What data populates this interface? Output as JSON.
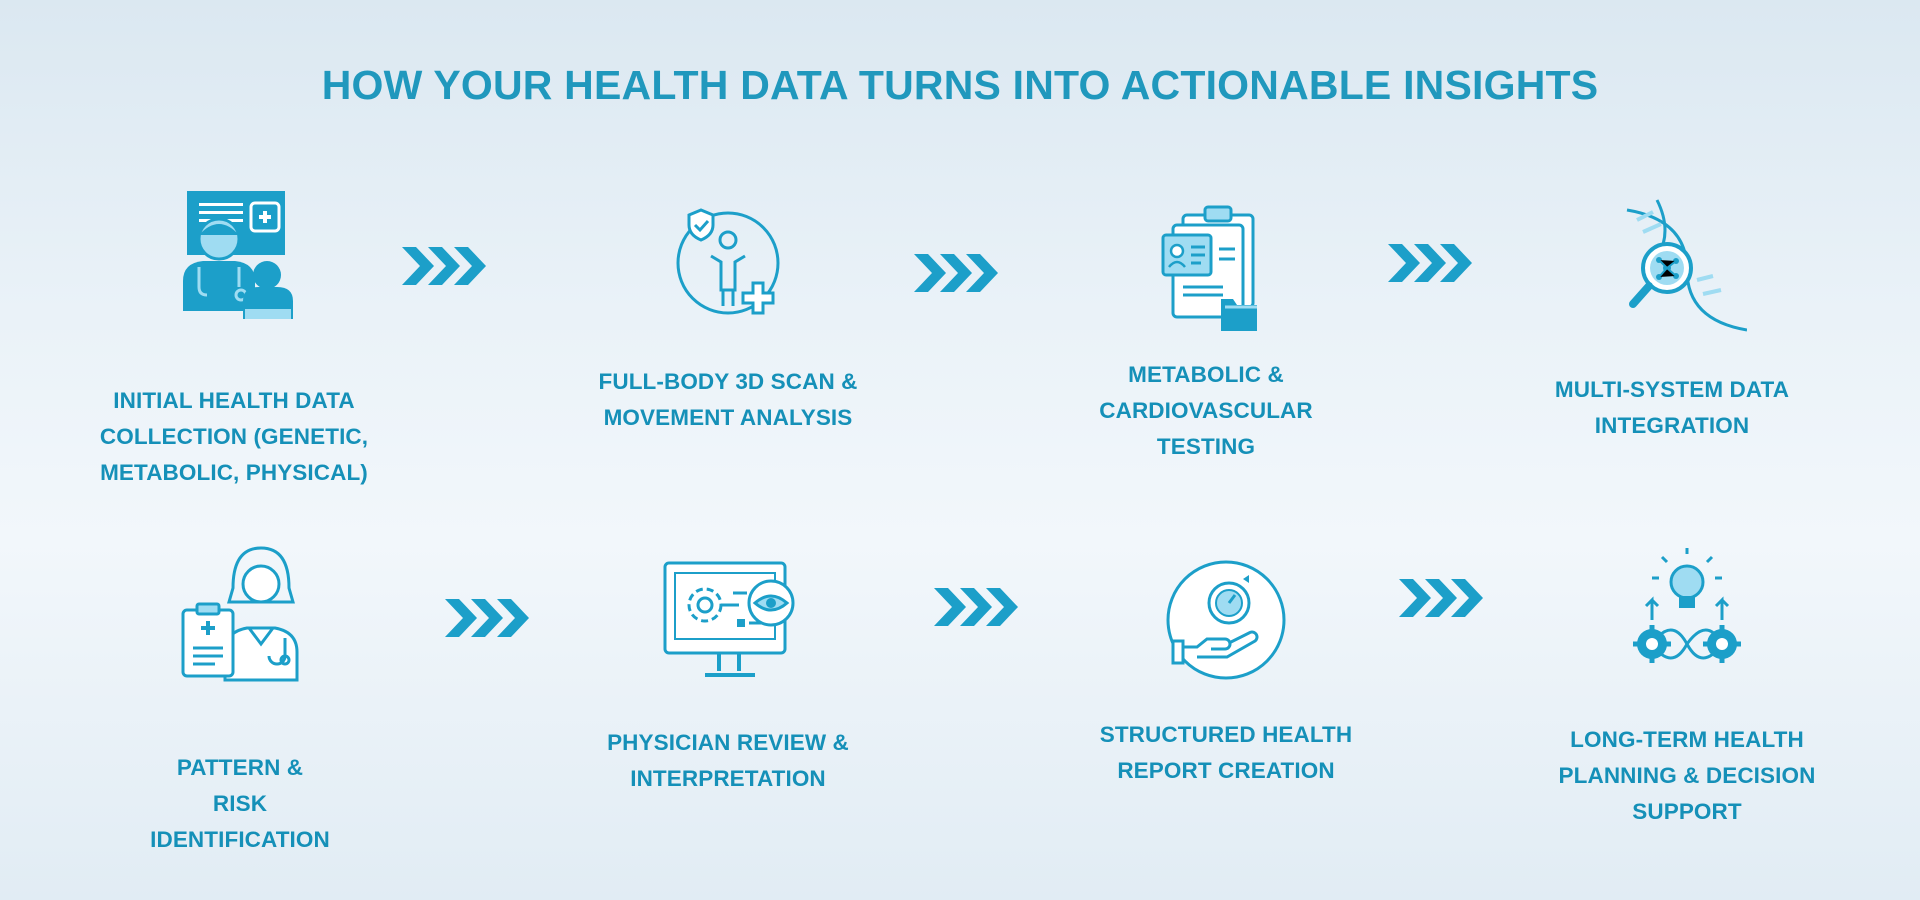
{
  "title": "HOW YOUR HEALTH DATA TURNS INTO ACTIONABLE INSIGHTS",
  "colors": {
    "primary": "#1c9fc9",
    "accent_light": "#9fdcf2",
    "text": "#1590b8"
  },
  "steps": [
    {
      "label": "INITIAL HEALTH DATA COLLECTION (GENETIC, METABOLIC, PHYSICAL)",
      "icon": "doctor-patient-icon"
    },
    {
      "label": "FULL-BODY 3D SCAN & MOVEMENT ANALYSIS",
      "icon": "body-scan-icon"
    },
    {
      "label": "METABOLIC & CARDIOVASCULAR TESTING",
      "icon": "clipboard-records-icon"
    },
    {
      "label": "MULTI-SYSTEM DATA INTEGRATION",
      "icon": "dna-magnifier-icon"
    },
    {
      "label": "PATTERN & RISK IDENTIFICATION",
      "icon": "nurse-clipboard-icon"
    },
    {
      "label": "PHYSICIAN REVIEW & INTERPRETATION",
      "icon": "monitor-gear-eye-icon"
    },
    {
      "label": "STRUCTURED HEALTH REPORT CREATION",
      "icon": "hand-clock-icon"
    },
    {
      "label": "LONG-TERM HEALTH PLANNING & DECISION SUPPORT",
      "icon": "bulb-gears-icon"
    }
  ],
  "arrow_icon": "triple-chevron-right-icon"
}
